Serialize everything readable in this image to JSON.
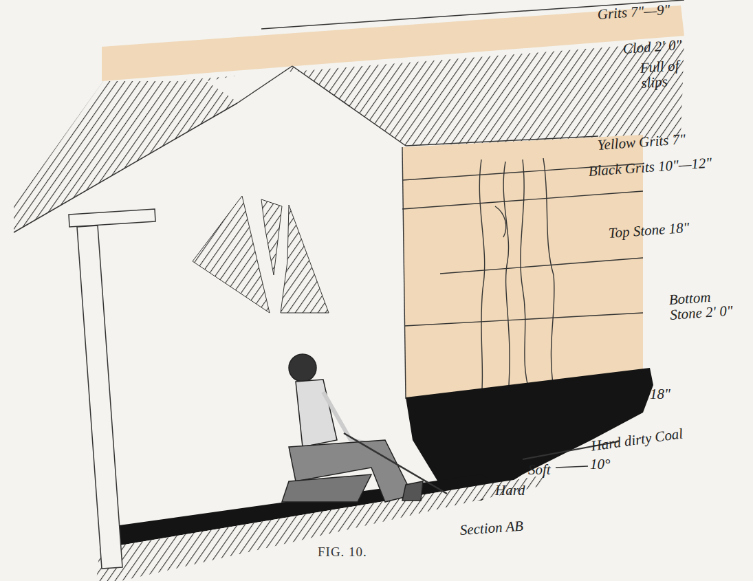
{
  "diagram": {
    "caption": "FIG. 10.",
    "labels": [
      "Grits 7\"—9\"",
      "Clod 2' 0\"",
      "Full of slips",
      "Yellow Grits 7\"",
      "Black Grits 10\"—12\"",
      "Top Stone 18\"",
      "Bottom Stone 2' 0\"",
      "18\"",
      "Hard dirty Coal",
      "Soft",
      "10°",
      "Hard",
      "Section AB"
    ]
  }
}
